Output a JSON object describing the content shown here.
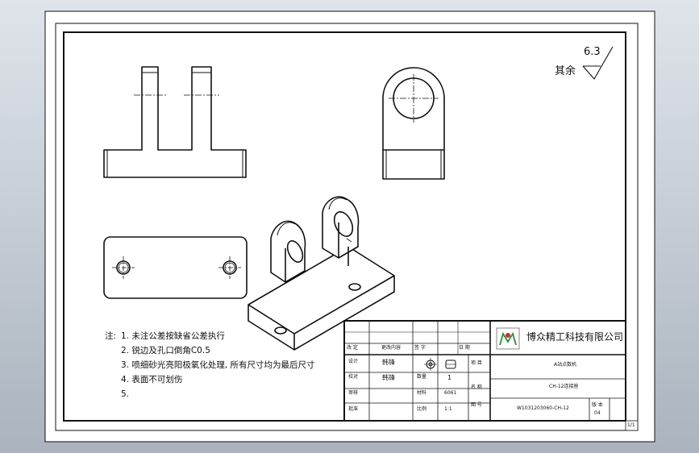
{
  "drawing": {
    "surface_finish": {
      "prefix": "其余",
      "value": "6.3"
    },
    "notes": {
      "title": "注:",
      "items": [
        "1. 未注公差按缺省公差执行",
        "2. 锐边及孔口倒角C0.5",
        "3. 喷细砂光亮阳极氧化处理, 所有尺寸均为最后尺寸",
        "4. 表面不可划伤",
        "5."
      ]
    },
    "title_block": {
      "company": "博众精工科技有限公司",
      "row1_labels": [
        "改 定",
        "更改内容",
        "签 字",
        "日 期"
      ],
      "design_label": "设计",
      "design_name": "韩锋",
      "check_label": "校对",
      "check_name": "韩锋",
      "count_label": "数量",
      "count_value": "1",
      "material_label": "材料",
      "material_value": "6061",
      "scale_label": "比例",
      "scale_value": "1:1",
      "approve_label": "审核",
      "approve2_label": "批准",
      "project_label": "项 目",
      "project_value": "A站点数机",
      "name_label": "名 称",
      "name_value": "CH-12连接座",
      "drawing_no_label": "图 号",
      "drawing_no_value": "W1031203060-CH-12",
      "version_label": "版 本",
      "version_value": "04",
      "sheet": "1/1"
    }
  }
}
